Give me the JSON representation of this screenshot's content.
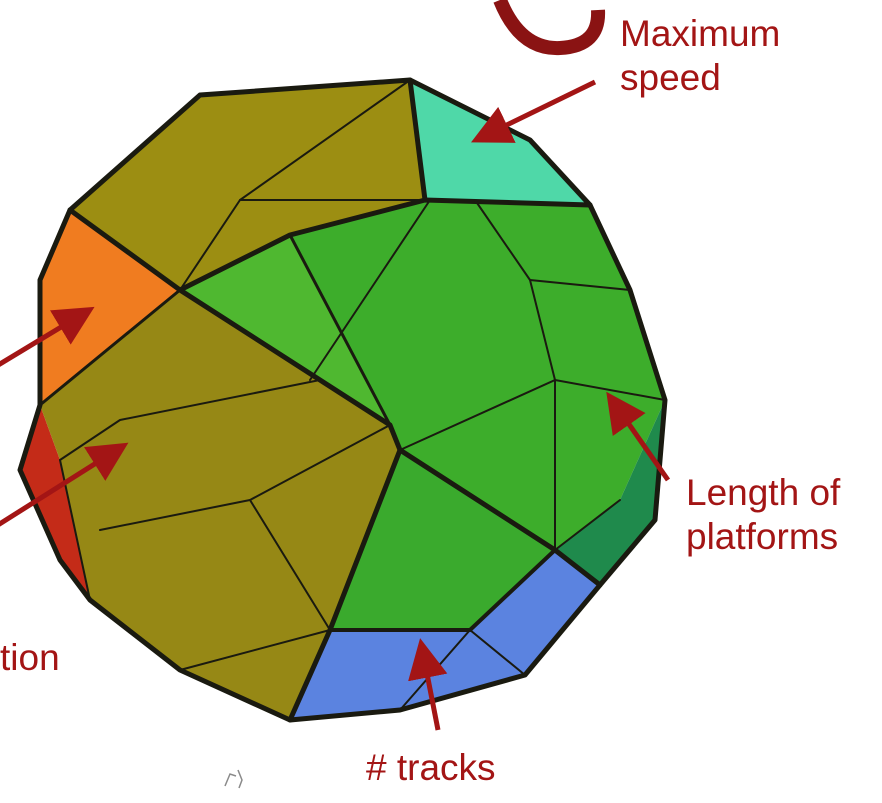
{
  "colors": {
    "accent": "#a31515",
    "olive": "#9a8c10",
    "green": "#3fae28",
    "teal": "#49d6a8",
    "orange": "#f07c20",
    "blue": "#5b82e0",
    "red": "#c02a1a",
    "edge": "#1a1a10"
  },
  "labels": {
    "max_speed": [
      "Maximum",
      "speed"
    ],
    "length_platforms": [
      "Length of",
      "platforms"
    ],
    "tracks": "# tracks",
    "location_partial": "tion"
  },
  "icons": {
    "arrows": "red-arrow-icon",
    "solid": "polyhedron-shape"
  }
}
